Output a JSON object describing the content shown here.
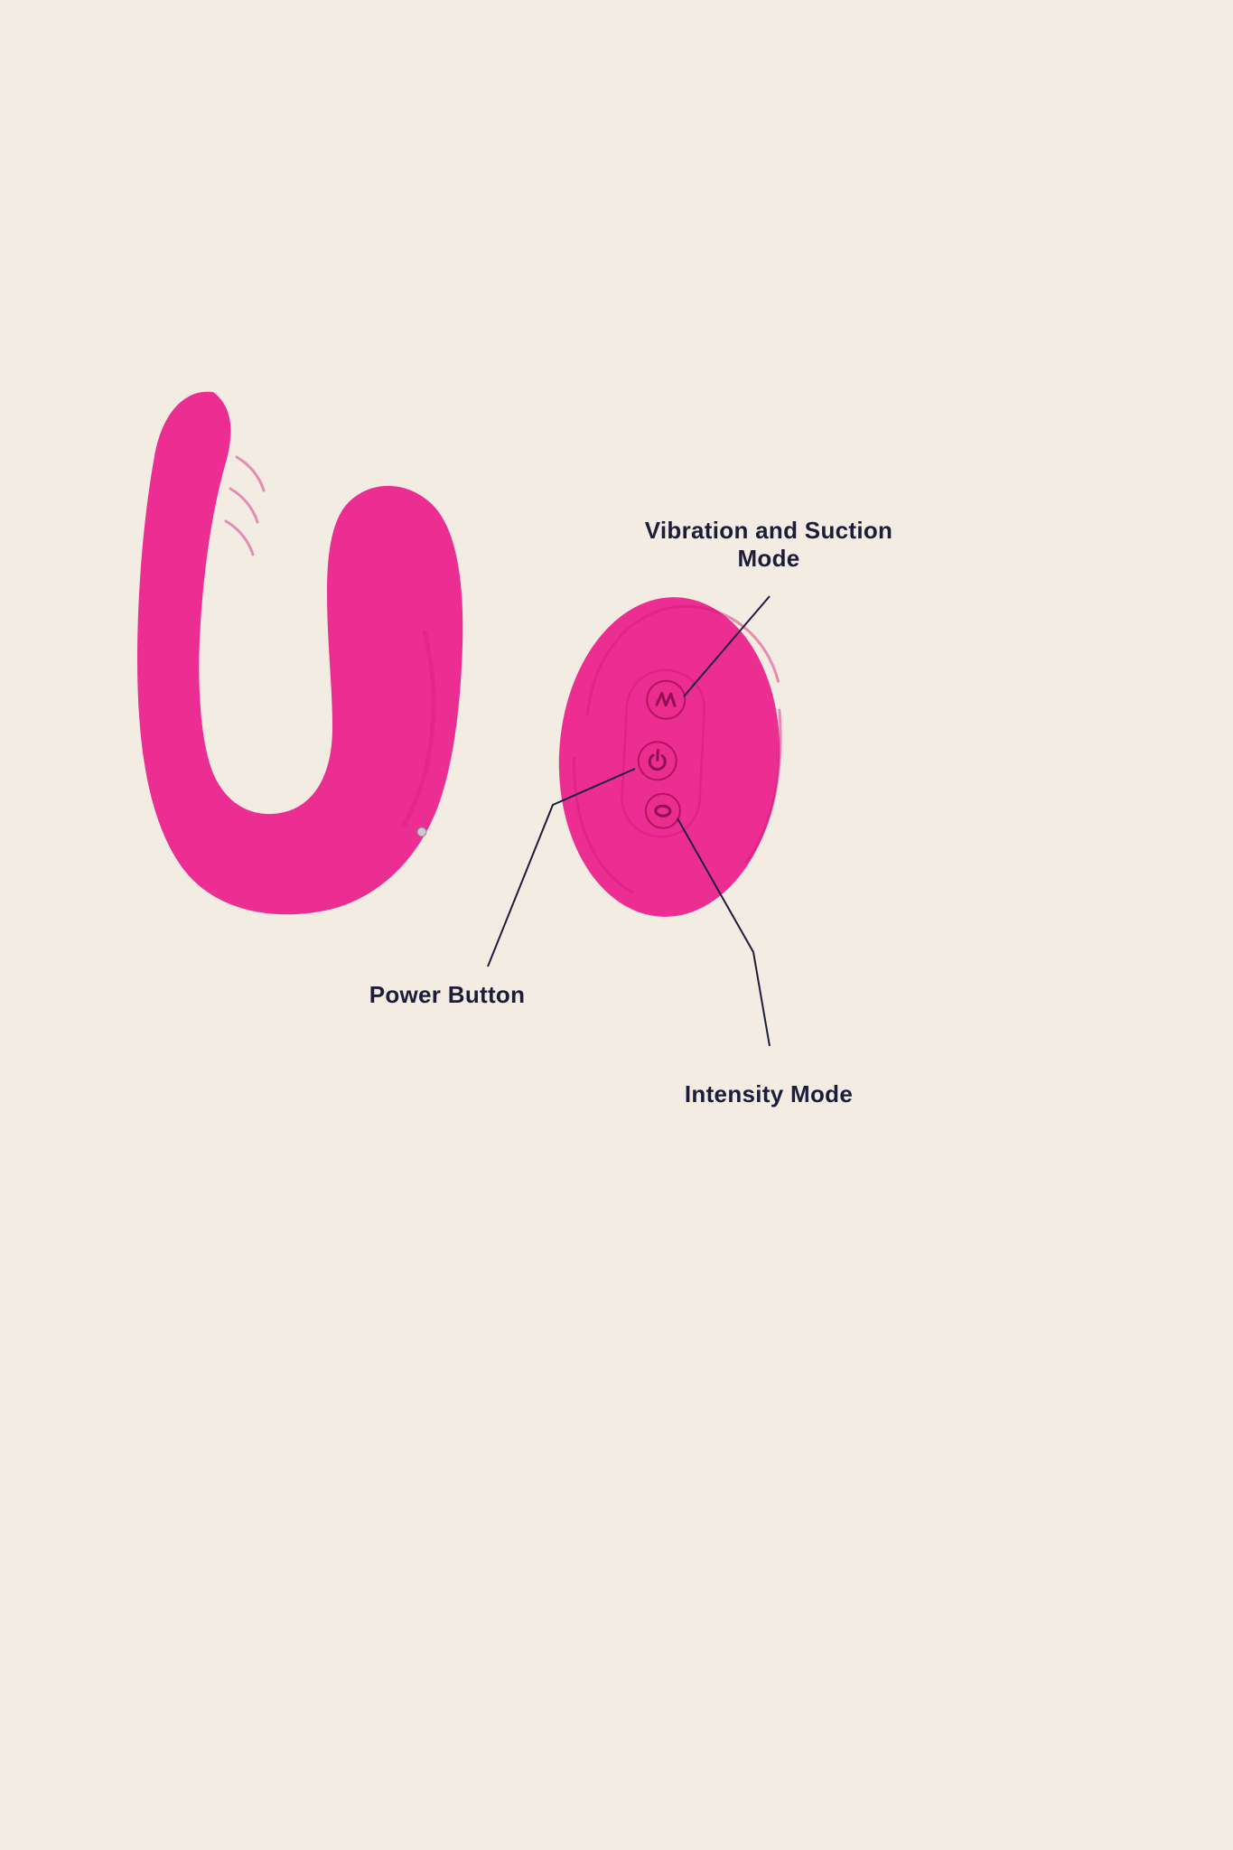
{
  "page": {
    "background_color": "#f2ece2",
    "description": "Product callout diagram of a pink U-shaped silicone couples device with a wireless egg-shaped remote control and three labelled control buttons"
  },
  "colors": {
    "device_pink": "#ec2e92",
    "device_pink_dark": "#d01b78",
    "button_stroke": "#b5135f",
    "button_icon_pink": "#8f0f53",
    "callout_line": "#1d1d3b",
    "label_text": "#1d1d3b",
    "pin_silver": "#c9c9cf"
  },
  "labels": {
    "vibration_mode": "Vibration and Suction Mode",
    "power_button": "Power Button",
    "intensity_mode": "Intensity Mode"
  },
  "remote": {
    "buttons": [
      {
        "name": "vibration-suction-mode-button",
        "icon": "wave-icon",
        "label": "Vibration and Suction Mode"
      },
      {
        "name": "power-button",
        "icon": "power-icon",
        "label": "Power Button"
      },
      {
        "name": "intensity-mode-button",
        "icon": "oval-icon",
        "label": "Intensity Mode"
      }
    ]
  }
}
